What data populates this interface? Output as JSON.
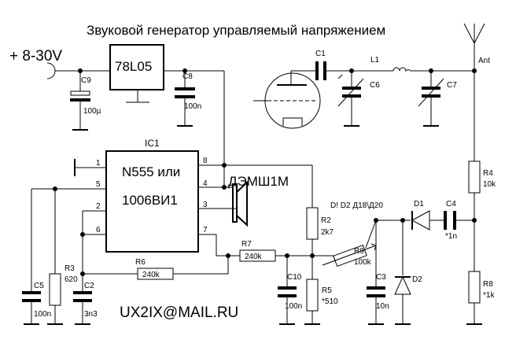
{
  "title": "Звуковой генератор управляемый напряжением",
  "supply": "+ 8-30V",
  "regulator": "78L05",
  "ic": {
    "name": "IC1",
    "line1": "N555 или",
    "line2": "1006ВИ1",
    "pins": [
      "1",
      "2",
      "4",
      "5",
      "6",
      "3",
      "7",
      "8"
    ]
  },
  "speaker": "ДЭМШ1М",
  "email": "UX2IX@MAIL.RU",
  "antenna": "Ant",
  "diode_note": "D! D2 Д18\\Д20",
  "components": {
    "C9": {
      "ref": "C9",
      "val": "100µ"
    },
    "C8": {
      "ref": "C8",
      "val": "100n"
    },
    "C1": {
      "ref": "C1"
    },
    "L1": {
      "ref": "L1"
    },
    "C6": {
      "ref": "C6"
    },
    "C7": {
      "ref": "C7"
    },
    "R4": {
      "ref": "R4",
      "val": "10k"
    },
    "D1": {
      "ref": "D1"
    },
    "C4": {
      "ref": "C4",
      "val": "*1n"
    },
    "R2": {
      "ref": "R2",
      "val": "2k7"
    },
    "R9": {
      "ref": "R9",
      "val": "100k"
    },
    "R7": {
      "ref": "R7",
      "val": "240k"
    },
    "R6": {
      "ref": "R6",
      "val": "240k"
    },
    "R3": {
      "ref": "R3",
      "val": "620"
    },
    "C5": {
      "ref": "C5",
      "val": "100n"
    },
    "C2": {
      "ref": "C2",
      "val": "3n3"
    },
    "C10": {
      "ref": "C10",
      "val": "100n"
    },
    "R5": {
      "ref": "R5",
      "val": "*510"
    },
    "C3": {
      "ref": "C3",
      "val": "10n"
    },
    "D2": {
      "ref": "D2"
    },
    "R8": {
      "ref": "R8",
      "val": "*1k"
    }
  }
}
